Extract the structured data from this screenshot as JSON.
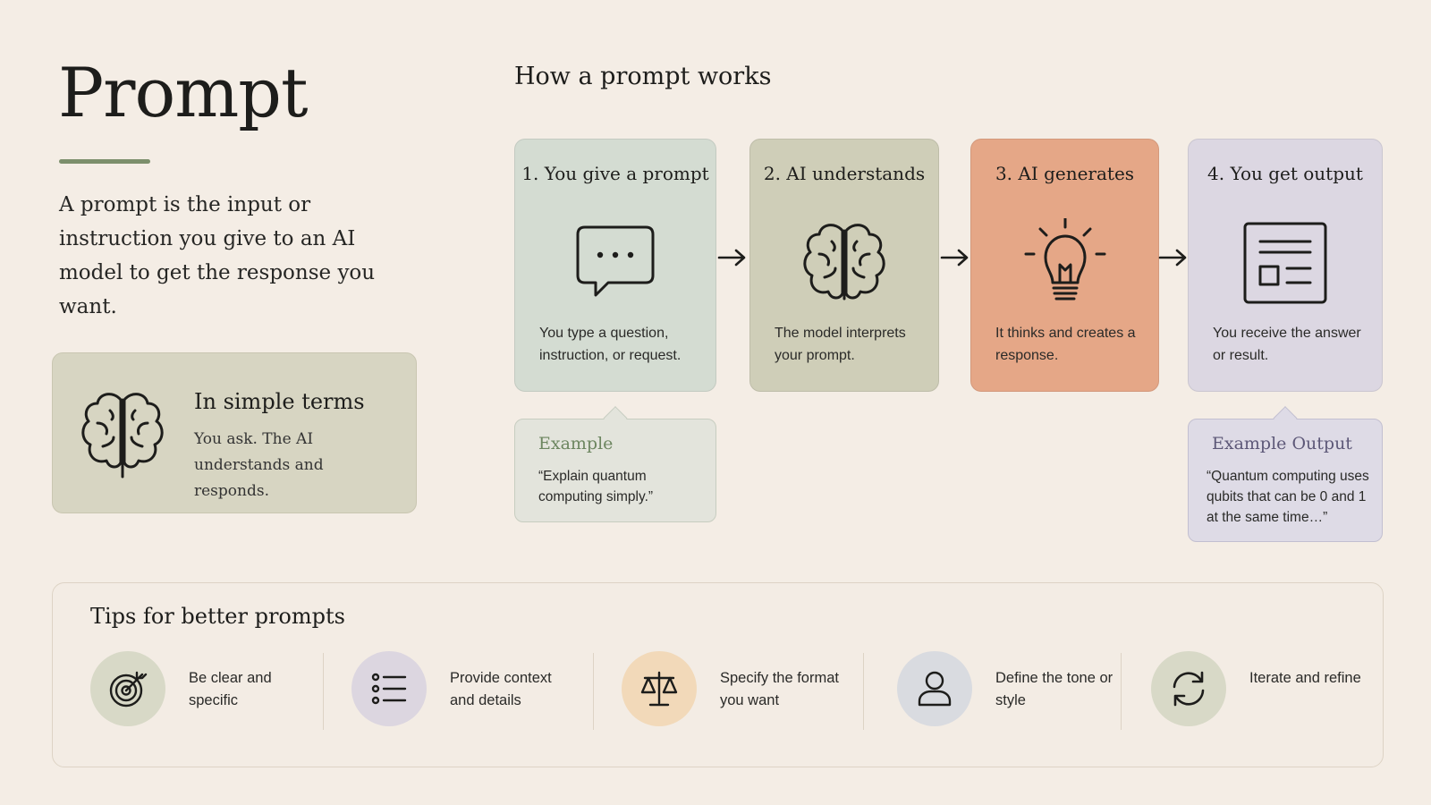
{
  "page": {
    "title": "Prompt",
    "intro": "A prompt is the input or instruction you give to an AI model to get the response you want."
  },
  "simple_terms": {
    "icon": "brain-icon",
    "heading": "In simple terms",
    "body": "You ask. The AI understands and responds."
  },
  "flow": {
    "title": "How a prompt works",
    "steps": [
      {
        "title": "1. You give a prompt",
        "icon": "speech-bubble-icon",
        "desc": "You type a question, instruction, or request.",
        "color": "#d4dcd2"
      },
      {
        "title": "2. AI understands",
        "icon": "brain-icon",
        "desc": "The model interprets your prompt.",
        "color": "#cfceb8"
      },
      {
        "title": "3. AI generates",
        "icon": "lightbulb-icon",
        "desc": "It thinks and creates a response.",
        "color": "#e5a787"
      },
      {
        "title": "4. You get output",
        "icon": "document-icon",
        "desc": "You receive the answer or result.",
        "color": "#dcd7e2"
      }
    ],
    "example": {
      "title": "Example",
      "text": "“Explain quantum computing simply.”"
    },
    "example_output": {
      "title": "Example Output",
      "text": "“Quantum computing uses qubits that can be 0 and 1 at the same time…”"
    }
  },
  "tips": {
    "title": "Tips for better prompts",
    "items": [
      {
        "label": "Be clear and specific",
        "icon": "target-icon",
        "color": "#d8d9c7"
      },
      {
        "label": "Provide context and details",
        "icon": "list-icon",
        "color": "#dcd6e0"
      },
      {
        "label": "Specify the format you want",
        "icon": "scale-icon",
        "color": "#f2d9b9"
      },
      {
        "label": "Define the tone or style",
        "icon": "person-icon",
        "color": "#d9dbe0"
      },
      {
        "label": "Iterate and refine",
        "icon": "refresh-icon",
        "color": "#d8d9c7"
      }
    ]
  }
}
